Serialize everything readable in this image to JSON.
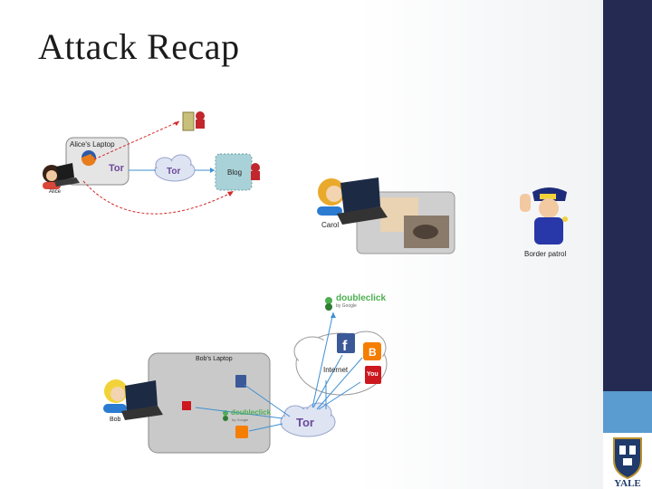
{
  "slide": {
    "title": "Attack Recap"
  },
  "alice_scene": {
    "laptop_label": "Alice's Laptop",
    "person_label": "Alice",
    "tor_label": "Tor",
    "blog_label": "Blog"
  },
  "carol_scene": {
    "person_label": "Carol"
  },
  "border": {
    "label": "Border patrol"
  },
  "bob_scene": {
    "laptop_label": "Bob's Laptop",
    "person_label": "Bob",
    "internet_label": "Internet",
    "tor_label": "Tor",
    "doubleclick_label": "doubleclick",
    "doubleclick_sub": "by Google",
    "youtube_label": "You Tube"
  },
  "logo": {
    "text": "YALE"
  },
  "colors": {
    "sidebar": "#242a52",
    "accent": "#5a9bd0",
    "attack_red": "#d42a2a",
    "flow_blue": "#3f8fd2"
  }
}
